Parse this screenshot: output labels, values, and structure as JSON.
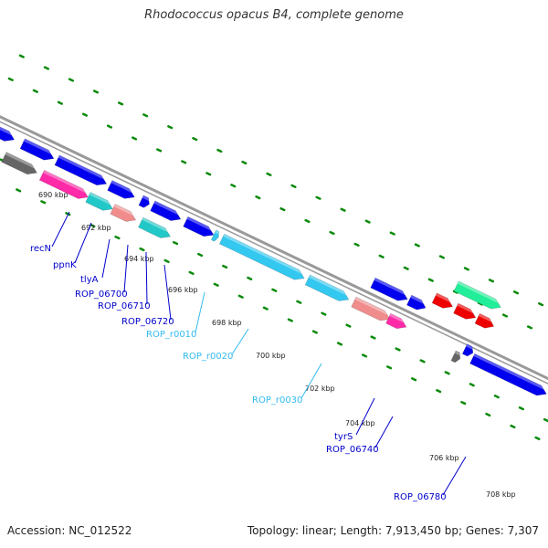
{
  "title": "Rhodococcus opacus B4, complete genome",
  "accession_text": "Accession: NC_012522",
  "summary_text": "Topology: linear; Length: 7,913,450 bp; Genes: 7,307",
  "colors": {
    "cds": "#0000ee",
    "rna": "#33c8f0",
    "pink": "#ff2aa8",
    "salmon": "#f08c8c",
    "cyan": "#22c8c8",
    "gray": "#666666",
    "green": "#22ee99",
    "red": "#ee0000",
    "backbone": "#999999",
    "dots": "#0a8a0a",
    "label_cds": "#0000cc",
    "label_rna": "#33bbee"
  },
  "scale_ticks": [
    "690 kbp",
    "692 kbp",
    "694 kbp",
    "696 kbp",
    "698 kbp",
    "700 kbp",
    "702 kbp",
    "704 kbp",
    "706 kbp",
    "708 kbp"
  ],
  "gene_labels": [
    {
      "name": "recN",
      "type": "cds"
    },
    {
      "name": "ppnK",
      "type": "cds"
    },
    {
      "name": "tlyA",
      "type": "cds"
    },
    {
      "name": "ROP_06700",
      "type": "cds"
    },
    {
      "name": "ROP_06710",
      "type": "cds"
    },
    {
      "name": "ROP_06720",
      "type": "cds"
    },
    {
      "name": "ROP_r0010",
      "type": "rna"
    },
    {
      "name": "ROP_r0020",
      "type": "rna"
    },
    {
      "name": "ROP_r0030",
      "type": "rna"
    },
    {
      "name": "tyrS",
      "type": "cds"
    },
    {
      "name": "ROP_06740",
      "type": "cds"
    },
    {
      "name": "ROP_06780",
      "type": "cds"
    }
  ]
}
